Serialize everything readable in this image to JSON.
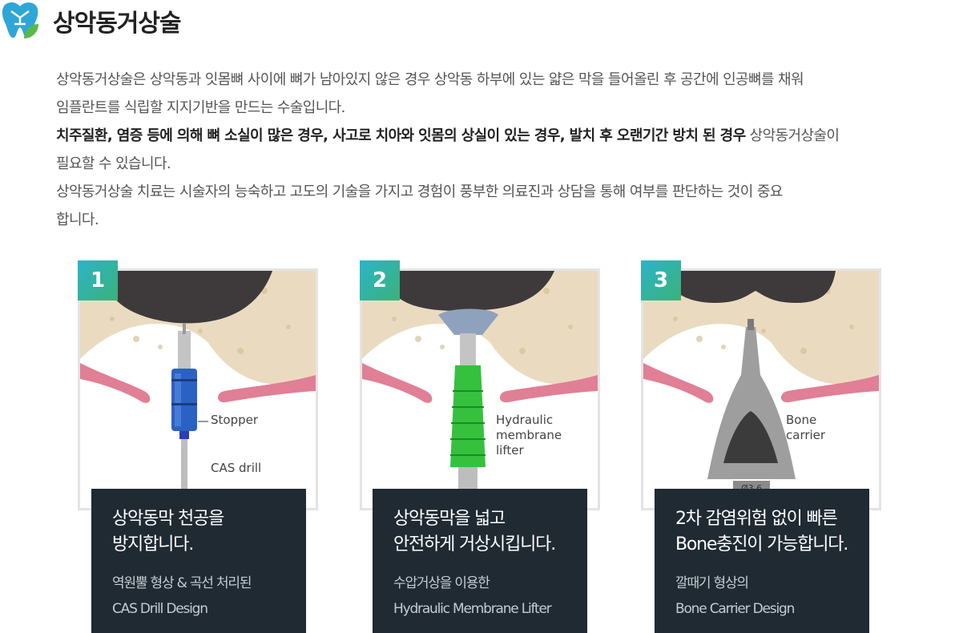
{
  "header": {
    "title": "상악동거상술",
    "logo_icon": "tooth-logo-icon"
  },
  "intro": {
    "p1_line1": "상악동거상술은 상악동과 잇몸뼈 사이에 뼈가 남아있지 않은 경우 상악동 하부에 있는 얇은 막을 들어올린 후 공간에 인공뼈를 채워",
    "p1_line2": "임플란트를 식립할 지지기반을 만드는 수술입니다.",
    "p2_bold": "치주질환, 염증 등에 의해 뼈 소실이 많은 경우, 사고로 치아와 잇몸의 상실이 있는 경우, 발치 후 오랜기간 방치 된 경우",
    "p2_rest": " 상악동거상술이",
    "p2_line2": "필요할 수 있습니다.",
    "p3_line1": "상악동거상술 치료는 시술자의 능숙하고 고도의 기술을 가지고 경험이 풍부한 의료진과 상담을 통해 여부를 판단하는 것이 중요",
    "p3_line2": "합니다."
  },
  "steps": [
    {
      "number": "1",
      "labels": [
        "Stopper",
        "CAS drill"
      ],
      "title": "상악동막 천공을\n방지합니다.",
      "subtitle": "역원뿔 형상 & 곡선 처리된\nCAS Drill Design"
    },
    {
      "number": "2",
      "labels": [
        "Hydraulic\nmembrane\nlifter"
      ],
      "title": "상악동막을 넓고\n안전하게 거상시킵니다.",
      "subtitle": "수압거상을 이용한\nHydraulic Membrane Lifter"
    },
    {
      "number": "3",
      "labels": [
        "Bone\ncarrier"
      ],
      "title": "2차 감염위험 없이 빠른\nBone충진이 가능합니다.",
      "subtitle": "깔때기 형상의\nBone Carrier Design",
      "instrument_marking": "Ø3.6"
    }
  ],
  "colors": {
    "badge_gradient_start": "#2cb4c8",
    "badge_gradient_end": "#3ab27a",
    "caption_bg": "#1f2a33",
    "sinus_dark": "#3e3a3b",
    "bone": "#eadbc0",
    "gum": "#e07f96",
    "drill_blue": "#2a62c4",
    "lifter_green": "#35c13e"
  }
}
